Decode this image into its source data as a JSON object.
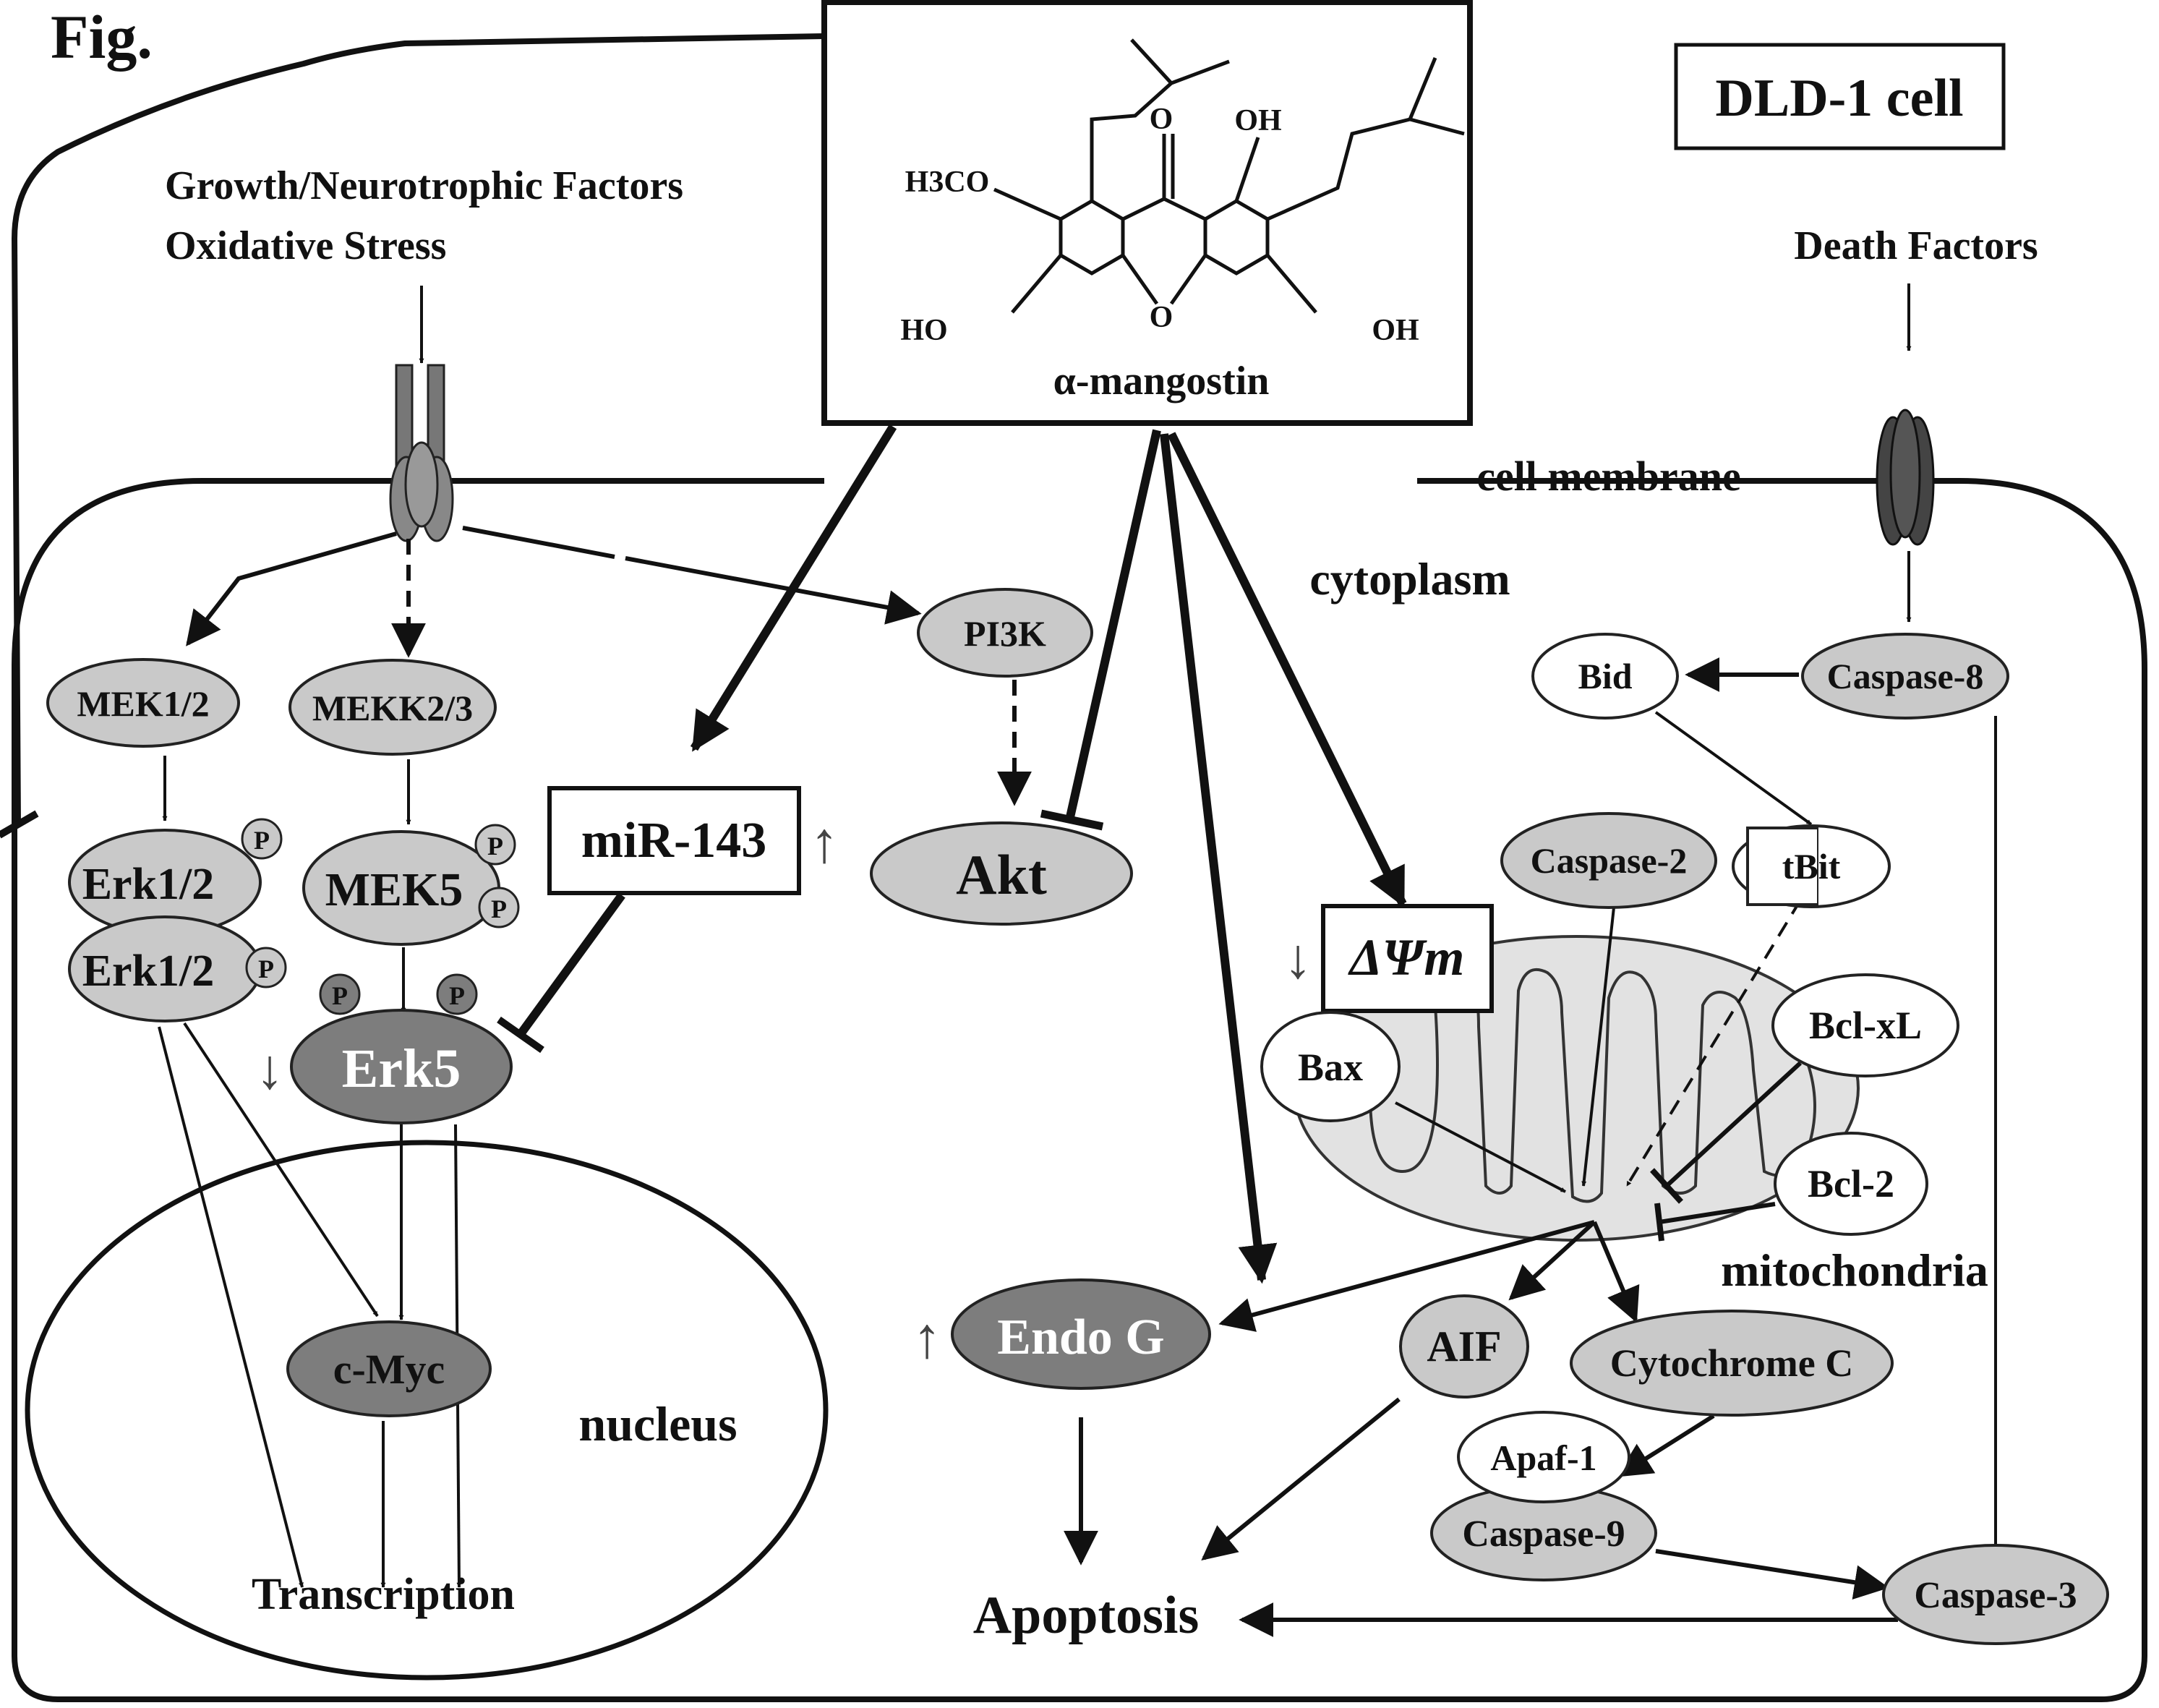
{
  "figure_label": "Fig.",
  "cell_label": "DLD-1 cell",
  "compound": {
    "name": "α-mangostin",
    "substituents": {
      "h3co": "H3CO",
      "ho_left": "HO",
      "oh_top": "OH",
      "oh_right": "OH",
      "carbonyl_o": "O",
      "ring_o": "O"
    }
  },
  "stimuli": {
    "growth_line1": "Growth/Neurotrophic Factors",
    "growth_line2": "Oxidative Stress",
    "death": "Death Factors"
  },
  "compartments": {
    "cell_membrane": "cell membrane",
    "cytoplasm": "cytoplasm",
    "nucleus": "nucleus",
    "mitochondria": "mitochondria"
  },
  "nodes": {
    "mek12": "MEK1/2",
    "mekk23": "MEKK2/3",
    "pi3k": "PI3K",
    "erk12_top": "Erk1/2",
    "erk12_bottom": "Erk1/2",
    "mek5": "MEK5",
    "erk5": "Erk5",
    "mir143": "miR-143",
    "akt": "Akt",
    "cmyc": "c-Myc",
    "transcription": "Transcription",
    "bid": "Bid",
    "caspase8": "Caspase-8",
    "caspase2": "Caspase-2",
    "tbit": "tBit",
    "delta_psi": "ΔΨm",
    "bax": "Bax",
    "bclxl": "Bcl-xL",
    "bcl2": "Bcl-2",
    "endog": "Endo G",
    "aif": "AIF",
    "cytochrome_c": "Cytochrome C",
    "apaf1": "Apaf-1",
    "caspase9": "Caspase-9",
    "caspase3": "Caspase-3",
    "apoptosis": "Apoptosis"
  },
  "phospho": "P",
  "indicators": {
    "up": "↑",
    "down": "↓"
  }
}
